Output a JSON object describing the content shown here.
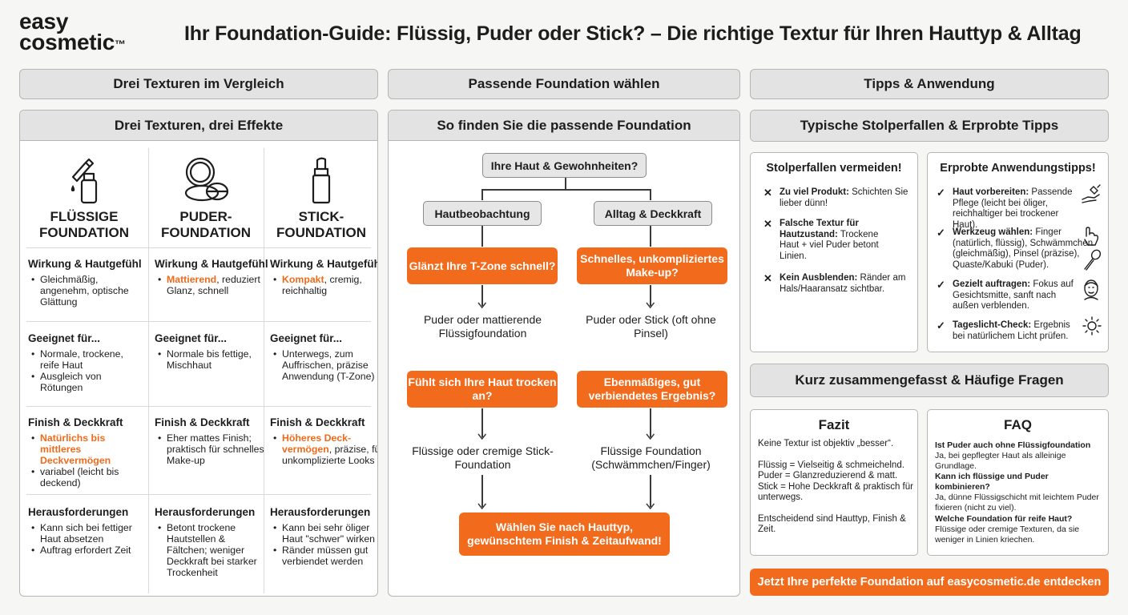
{
  "brand": {
    "line1": "easy",
    "line2": "cosmetic",
    "tm": "™"
  },
  "title": "Ihr Foundation-Guide: Flüssig, Puder oder Stick? – Die richtige Textur für Ihren Hauttyp & Alltag",
  "nav": {
    "col1": "Drei Texturen im Vergleich",
    "col2": "Passende Foundation wählen",
    "col3": "Tipps & Anwendung"
  },
  "compare": {
    "heading": "Drei Texturen, drei Effekte",
    "columns": [
      {
        "icon": "dropper-bottle-icon",
        "name_l1": "Flüssige",
        "name_l2": "Foundation",
        "rows": [
          {
            "title": "Wirkung & Hautgefühl",
            "items": [
              {
                "pre": "",
                "hl": "",
                "post": "Gleichmäßig, angenehm, optische Glättung"
              }
            ]
          },
          {
            "title": "Geeignet für...",
            "items": [
              {
                "pre": "",
                "hl": "",
                "post": "Normale, trockene, reife Haut"
              },
              {
                "pre": "",
                "hl": "",
                "post": "Ausgleich von Rötungen"
              }
            ]
          },
          {
            "title": "Finish & Deckkraft",
            "items": [
              {
                "pre": "",
                "hl": "Natürlichs bis mittleres Deckvermögen",
                "post": ""
              },
              {
                "pre": "",
                "hl": "",
                "post": "variabel (leicht bis deckend)"
              }
            ]
          },
          {
            "title": "Herausforderungen",
            "items": [
              {
                "pre": "",
                "hl": "",
                "post": "Kann sich bei fettiger Haut absetzen"
              },
              {
                "pre": "",
                "hl": "",
                "post": "Auftrag erfordert Zeit"
              }
            ]
          }
        ]
      },
      {
        "icon": "powder-compact-icon",
        "name_l1": "Puder-",
        "name_l2": "Foundation",
        "rows": [
          {
            "title": "Wirkung & Hautgefühl",
            "items": [
              {
                "pre": "",
                "hl": "Mattierend",
                "post": ", reduziert Glanz, schnell"
              }
            ]
          },
          {
            "title": "Geeignet für...",
            "items": [
              {
                "pre": "",
                "hl": "",
                "post": "Normale bis fettige, Mischhaut"
              }
            ]
          },
          {
            "title": "Finish & Deckkraft",
            "items": [
              {
                "pre": "",
                "hl": "",
                "post": "Eher mattes Finish; praktisch für schnelles Make-up"
              }
            ]
          },
          {
            "title": "Herausforderungen",
            "items": [
              {
                "pre": "",
                "hl": "",
                "post": "Betont trockene Hautstellen & Fältchen; weniger Deckkraft bei starker Trockenheit"
              }
            ]
          }
        ]
      },
      {
        "icon": "stick-icon",
        "name_l1": "Stick-",
        "name_l2": "Foundation",
        "rows": [
          {
            "title": "Wirkung & Hautgefühl",
            "items": [
              {
                "pre": "",
                "hl": "Kompakt",
                "post": ", cremig, reichhaltig"
              }
            ]
          },
          {
            "title": "Geeignet für...",
            "items": [
              {
                "pre": "",
                "hl": "",
                "post": "Unterwegs, zum Auffrischen, präzise Anwendung (T-Zone)"
              }
            ]
          },
          {
            "title": "Finish & Deckkraft",
            "items": [
              {
                "pre": "",
                "hl": "Höheres Deck-vermögen",
                "post": ", präzise, für unkomplizierte Looks"
              }
            ]
          },
          {
            "title": "Herausforderungen",
            "items": [
              {
                "pre": "",
                "hl": "",
                "post": "Kann bei sehr öliger Haut \"schwer\" wirken"
              },
              {
                "pre": "",
                "hl": "",
                "post": "Ränder müssen gut verbiendet werden"
              }
            ]
          }
        ]
      }
    ]
  },
  "flow": {
    "heading": "So finden Sie die passende Foundation",
    "start": "Ihre Haut & Gewohnheiten?",
    "left_branch": "Hautbeobachtung",
    "right_branch": "Alltag & Deckkraft",
    "q1": "Glänzt Ihre T-Zone schnell?",
    "r1": "Puder oder mattierende Flüssigfoundation",
    "q2": "Fühlt sich Ihre Haut trocken an?",
    "r2": "Flüssige oder cremige Stick-Foundation",
    "q3": "Schnelles, unkompliziertes Make-up?",
    "r3": "Puder oder Stick (oft ohne Pinsel)",
    "q4": "Ebenmäßiges, gut verbiendetes Ergebnis?",
    "r4": "Flüssige Foundation (Schwämmchen/Finger)",
    "final": "Wählen Sie nach Hauttyp, gewünschtem Finish & Zeitaufwand!"
  },
  "tips": {
    "heading": "Typische Stolperfallen & Erprobte Tipps",
    "pitfalls_title": "Stolperfallen vermeiden!",
    "pitfalls": [
      {
        "bold": "Zu viel Produkt:",
        "text": " Schichten Sie lieber dünn!"
      },
      {
        "bold": "Falsche Textur für Hautzustand:",
        "text": " Trockene Haut + viel Puder betont Linien."
      },
      {
        "bold": "Kein Ausblenden:",
        "text": " Ränder am Hals/Haaransatz sichtbar."
      }
    ],
    "tips_title": "Erprobte Anwendungstipps!",
    "items": [
      {
        "bold": "Haut vorbereiten:",
        "text": " Passende Pflege (leicht bei öliger, reichhaltiger bei trockener Haut).",
        "icon": "lotion-hand-icon"
      },
      {
        "bold": "Werkzeug wählen:",
        "text": " Finger (natürlich, flüssig), Schwämmchen (gleichmäßig), Pinsel (präzise), Quaste/Kabuki (Puder).",
        "icon": "brush-icon"
      },
      {
        "bold": "Gezielt auftragen:",
        "text": " Fokus auf Gesichtsmitte, sanft nach außen verblenden.",
        "icon": "face-icon"
      },
      {
        "bold": "Tageslicht-Check:",
        "text": " Ergebnis bei natürlichem Licht prüfen.",
        "icon": "sun-icon"
      }
    ]
  },
  "summary": {
    "heading": "Kurz zusammengefasst & Häufige Fragen",
    "fazit_title": "Fazit",
    "fazit_p1": "Keine Textur ist objektiv „besser“.",
    "fazit_p2": "Flüssig = Vielseitig & schmeichelnd. Puder = Glanzreduzierend & matt. Stick = Hohe Deckkraft & praktisch für unterwegs.",
    "fazit_p3": "Entscheidend sind Hauttyp, Finish & Zeit.",
    "faq_title": "FAQ",
    "faq": [
      {
        "q": "Ist Puder auch ohne Flüssigfoundation",
        "a": "Ja, bei gepflegter Haut als alleinige Grundlage."
      },
      {
        "q": "Kann ich flüssige und Puder kombinieren?",
        "a": "Ja, dünne Flüssigschicht mit leichtem Puder fixieren (nicht zu viel)."
      },
      {
        "q": "Welche Foundation für reife Haut?",
        "a": "Flüssige oder cremige Texturen, da sie weniger in Linien kriechen."
      }
    ]
  },
  "cta": "Jetzt Ihre perfekte Foundation auf easycosmetic.de entdecken",
  "colors": {
    "accent": "#f26b1d",
    "panel_head": "#e3e3e3",
    "border": "#b6b6b6"
  }
}
